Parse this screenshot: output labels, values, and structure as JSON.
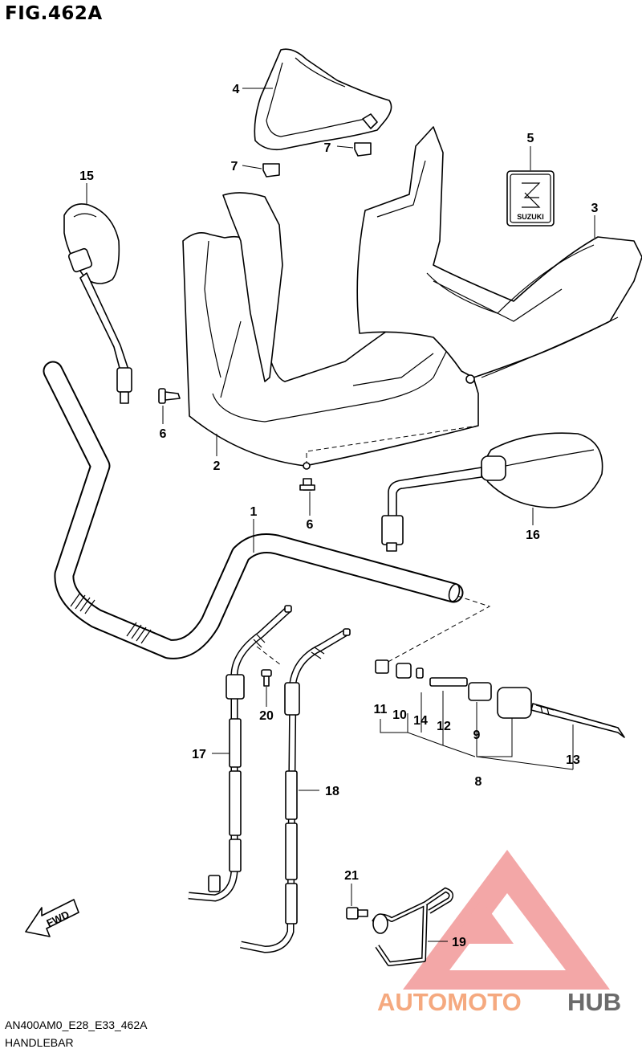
{
  "figure": {
    "title": "FIG.462A",
    "code": "AN400AM0_E28_E33_462A",
    "name": "HANDLEBAR"
  },
  "callouts": [
    "1",
    "2",
    "3",
    "4",
    "5",
    "6",
    "6",
    "7",
    "7",
    "8",
    "9",
    "10",
    "11",
    "12",
    "13",
    "14",
    "15",
    "16",
    "17",
    "18",
    "19",
    "20",
    "21"
  ],
  "emblem": {
    "text": "SUZUKI"
  },
  "fwd": {
    "label": "FWD"
  },
  "watermark": {
    "part1": "AUTOMOTO",
    "part2": "HUB",
    "color1": "#f5a97f",
    "color2": "#6b6b6b",
    "triangle": "#f08a8a"
  }
}
